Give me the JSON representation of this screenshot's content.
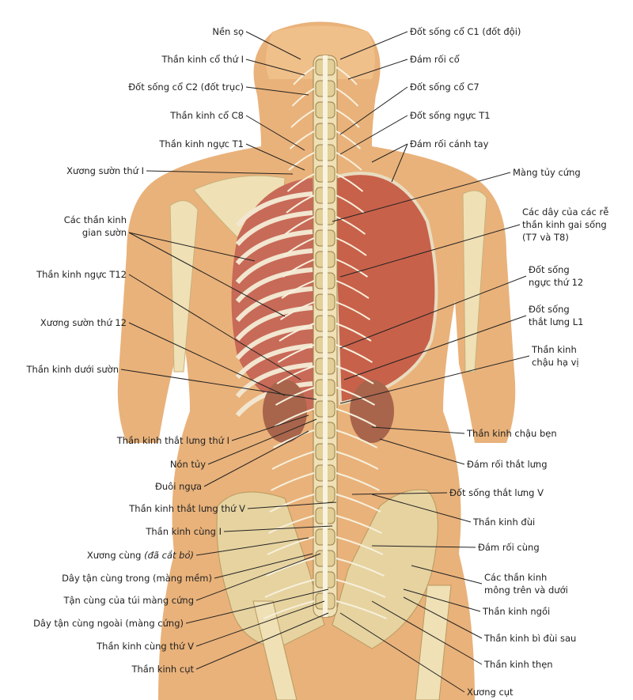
{
  "diagram": {
    "colors": {
      "skin": "#e9b27a",
      "bone": "#efe0b5",
      "lung": "#c8614a",
      "nerve": "#f6f0dc",
      "line": "#222222"
    },
    "labels_left": [
      {
        "text": "Nền sọ"
      },
      {
        "text": "Thần kinh cổ thứ I"
      },
      {
        "text": "Đốt sống cổ C2 (đốt trục)"
      },
      {
        "text": "Thần kinh cổ C8"
      },
      {
        "text": "Thần kinh ngực T1"
      },
      {
        "text": "Xương sườn thứ I"
      },
      {
        "text": "Các thần kinh",
        "text2": "gian sườn"
      },
      {
        "text": "Thần kinh ngực T12"
      },
      {
        "text": "Xương sườn thứ 12"
      },
      {
        "text": "Thần kinh dưới sườn"
      },
      {
        "text": "Thần kinh thắt lưng thứ I"
      },
      {
        "text": "Nón tủy"
      },
      {
        "text": "Đuôi ngựa"
      },
      {
        "text": "Thần kinh thắt lưng thứ V"
      },
      {
        "text": "Thần kinh cùng I"
      },
      {
        "text": "Xương cùng",
        "italic": "(đã cắt bỏ)"
      },
      {
        "text": "Dây tận cùng trong (màng mềm)"
      },
      {
        "text": "Tận cùng của túi màng cứng"
      },
      {
        "text": "Dây tận cùng ngoài (màng cứng)"
      },
      {
        "text": "Thần kinh cùng thứ V"
      },
      {
        "text": "Thần kinh cụt"
      }
    ],
    "labels_right": [
      {
        "text": "Đốt sống cổ C1 (đốt đội)"
      },
      {
        "text": "Đám rối cổ"
      },
      {
        "text": "Đốt sống cổ C7"
      },
      {
        "text": "Đốt sống ngực T1"
      },
      {
        "text": "Đám rối cánh tay"
      },
      {
        "text": "Màng tủy cứng"
      },
      {
        "text": "Các dây của các rễ",
        "text2": "thần kinh gai sống",
        "text3": "(T7 và T8)"
      },
      {
        "text": "Đốt sống",
        "text2": "ngực thứ 12"
      },
      {
        "text": "Đốt sống",
        "text2": "thắt lưng L1"
      },
      {
        "text": "Thần kinh",
        "text2": "chậu hạ vị"
      },
      {
        "text": "Thần kinh chậu bẹn"
      },
      {
        "text": "Đám rối thắt lưng"
      },
      {
        "text": "Đốt sống thắt lưng V"
      },
      {
        "text": "Thần kinh đùi"
      },
      {
        "text": "Đám rối cùng"
      },
      {
        "text": "Các thần kinh",
        "text2": "mông trên và dưới"
      },
      {
        "text": "Thần kinh ngồi"
      },
      {
        "text": "Thần kinh bì đùi sau"
      },
      {
        "text": "Thần kinh thẹn"
      },
      {
        "text": "Xương cụt"
      }
    ]
  }
}
